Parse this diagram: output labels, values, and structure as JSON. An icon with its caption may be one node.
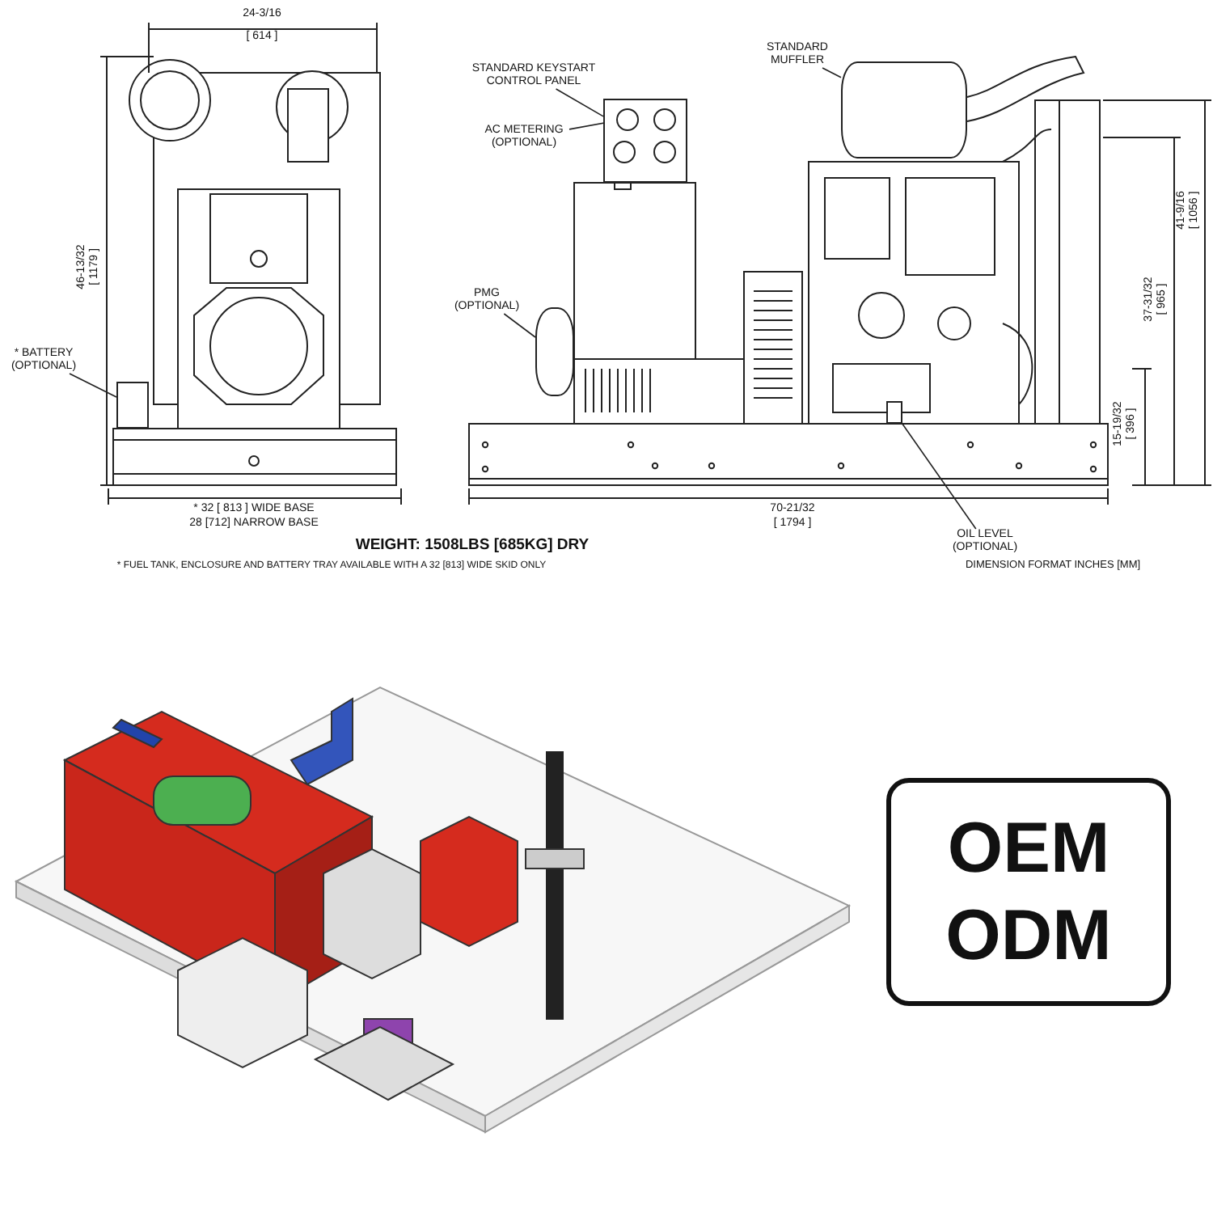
{
  "diagram": {
    "nodes": [
      {
        "text": [
          "* BATTERY (OPTIONAL)"
        ]
      },
      {
        "text": [],
        "shape": "box"
      },
      {
        "text": [
          "STANDARD KEYSTART CONTROL PANEL"
        ]
      },
      {
        "text": [
          "AC METERING (OPTIONAL)"
        ]
      },
      {
        "text": [],
        "shape": "box"
      },
      {
        "text": [],
        "shape": "circle",
        "in": 4
      },
      {
        "text": [
          "PMG (OPTIONAL)"
        ]
      },
      {
        "text": [],
        "shape": "cylinder"
      },
      {
        "text": [
          "STANDARD MUFFLER"
        ]
      },
      {
        "text": [],
        "shape": "cylinder"
      },
      {
        "text": [
          "OIL LEVEL (OPTIONAL)"
        ]
      },
      {
        "text": [],
        "shape": "box"
      },
      {
        "text": [
          "OEM ODM"
        ]
      }
    ],
    "edges": [
      {
        "from": 0,
        "to": 1,
        "arrow": "none"
      },
      {
        "from": 2,
        "to": 4,
        "arrow": "none"
      },
      {
        "from": 3,
        "to": 5,
        "arrow": "none"
      },
      {
        "from": 6,
        "to": 7,
        "arrow": "none"
      },
      {
        "from": 8,
        "to": 9,
        "arrow": "none"
      },
      {
        "from": 10,
        "to": 11,
        "arrow": "none"
      }
    ],
    "labels": [
      "24-3/16",
      "[ 614 ]",
      "46-13/32",
      "[ 1179 ]",
      "* 32 [ 813 ] WIDE BASE",
      "28 [712] NARROW BASE",
      "41-9/16",
      "[ 1056 ]",
      "37-31/32",
      "[ 965 ]",
      "15-19/32",
      "[ 396 ]",
      "70-21/32",
      "[ 1794 ]",
      "WEIGHT: 1508LBS [685KG] DRY",
      "* FUEL TANK, ENCLOSURE AND BATTERY TRAY AVAILABLE WITH A 32 [813] WIDE SKID ONLY",
      "DIMENSION FORMAT INCHES [MM]"
    ]
  }
}
